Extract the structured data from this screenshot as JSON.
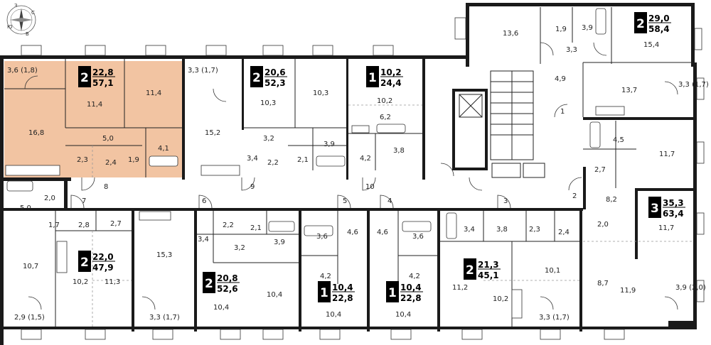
{
  "compass": {
    "north": "С",
    "south": "Ю",
    "east": "В",
    "west": "З"
  },
  "highlight_color": "#f2c4a2",
  "apartments": [
    {
      "rooms": "2",
      "area_living": "22,8",
      "area_total": "57,1",
      "highlighted": true
    },
    {
      "rooms": "2",
      "area_living": "20,6",
      "area_total": "52,3"
    },
    {
      "rooms": "1",
      "area_living": "10,2",
      "area_total": "24,4"
    },
    {
      "rooms": "2",
      "area_living": "29,0",
      "area_total": "58,4"
    },
    {
      "rooms": "3",
      "area_living": "35,3",
      "area_total": "63,4"
    },
    {
      "rooms": "2",
      "area_living": "22,0",
      "area_total": "47,9"
    },
    {
      "rooms": "2",
      "area_living": "20,8",
      "area_total": "52,6"
    },
    {
      "rooms": "1",
      "area_living": "10,4",
      "area_total": "22,8"
    },
    {
      "rooms": "1",
      "area_living": "10,4",
      "area_total": "22,8"
    },
    {
      "rooms": "2",
      "area_living": "21,3",
      "area_total": "45,1"
    }
  ],
  "room_labels": [
    "3,6 (1,8)",
    "11,4",
    "11,4",
    "16,8",
    "5,0",
    "4,1",
    "2,3",
    "2,4",
    "1,9",
    "3,3 (1,7)",
    "15,2",
    "10,3",
    "10,3",
    "3,2",
    "3,9",
    "3,4",
    "2,2",
    "2,1",
    "10,2",
    "6,2",
    "3,8",
    "4,2",
    "13,6",
    "1,9",
    "3,9",
    "3,3",
    "15,4",
    "4,9",
    "13,7",
    "3,3 (1,7)",
    "1",
    "4,5",
    "11,7",
    "2,7",
    "8,2",
    "2",
    "11,7",
    "2,0",
    "8,7",
    "11,9",
    "3,9 (2,0)",
    "5,0",
    "2,0",
    "1,7",
    "2,8",
    "2,7",
    "10,7",
    "10,2",
    "11,3",
    "2,9 (1,5)",
    "15,3",
    "3,4",
    "3,3 (1,7)",
    "2,2",
    "2,1",
    "3,2",
    "3,9",
    "10,4",
    "10,4",
    "3,6",
    "4,6",
    "4,2",
    "10,4",
    "4,6",
    "3,6",
    "4,2",
    "10,4",
    "3,4",
    "3,8",
    "2,3",
    "2,4",
    "11,2",
    "10,1",
    "10,2",
    "3,3 (1,7)",
    "8",
    "9",
    "10",
    "7",
    "6",
    "5",
    "4",
    "3"
  ]
}
